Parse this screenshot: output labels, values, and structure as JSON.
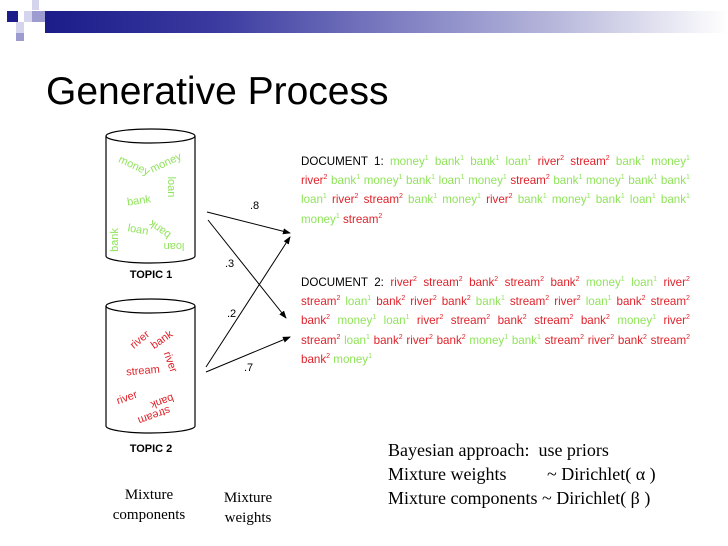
{
  "slide": {
    "title": "Generative Process",
    "accent_color": "#1c1c8a",
    "topic_color_1": "#8fe35a",
    "topic_color_2": "#e0222a"
  },
  "topics": [
    {
      "label": "TOPIC 1",
      "words": [
        "money",
        "money",
        "loan",
        "bank",
        "loan",
        "bank",
        "bank",
        "loan"
      ]
    },
    {
      "label": "TOPIC 2",
      "words": [
        "river",
        "bank",
        "river",
        "stream",
        "river",
        "bank",
        "stream"
      ]
    }
  ],
  "weights": [
    ".8",
    ".3",
    ".2",
    ".7"
  ],
  "documents": [
    {
      "label": "DOCUMENT 1:",
      "words": [
        [
          "money",
          1
        ],
        [
          "bank",
          1
        ],
        [
          "bank",
          1
        ],
        [
          "loan",
          1
        ],
        [
          "river",
          2
        ],
        [
          "stream",
          2
        ],
        [
          "bank",
          1
        ],
        [
          "money",
          1
        ],
        [
          "river",
          2
        ],
        [
          "bank",
          1
        ],
        [
          "money",
          1
        ],
        [
          "bank",
          1
        ],
        [
          "loan",
          1
        ],
        [
          "money",
          1
        ],
        [
          "stream",
          2
        ],
        [
          "bank",
          1
        ],
        [
          "money",
          1
        ],
        [
          "bank",
          1
        ],
        [
          "bank",
          1
        ],
        [
          "loan",
          1
        ],
        [
          "river",
          2
        ],
        [
          "stream",
          2
        ],
        [
          "bank",
          1
        ],
        [
          "money",
          1
        ],
        [
          "river",
          2
        ],
        [
          "bank",
          1
        ],
        [
          "money",
          1
        ],
        [
          "bank",
          1
        ],
        [
          "loan",
          1
        ],
        [
          "bank",
          1
        ],
        [
          "money",
          1
        ],
        [
          "stream",
          2
        ]
      ]
    },
    {
      "label": "DOCUMENT 2:",
      "words": [
        [
          "river",
          2
        ],
        [
          "stream",
          2
        ],
        [
          "bank",
          2
        ],
        [
          "stream",
          2
        ],
        [
          "bank",
          2
        ],
        [
          "money",
          1
        ],
        [
          "loan",
          1
        ],
        [
          "river",
          2
        ],
        [
          "stream",
          2
        ],
        [
          "loan",
          1
        ],
        [
          "bank",
          2
        ],
        [
          "river",
          2
        ],
        [
          "bank",
          2
        ],
        [
          "bank",
          1
        ],
        [
          "stream",
          2
        ],
        [
          "river",
          2
        ],
        [
          "loan",
          1
        ],
        [
          "bank",
          2
        ],
        [
          "stream",
          2
        ],
        [
          "bank",
          2
        ],
        [
          "money",
          1
        ],
        [
          "loan",
          1
        ],
        [
          "river",
          2
        ],
        [
          "stream",
          2
        ],
        [
          "bank",
          2
        ],
        [
          "stream",
          2
        ],
        [
          "bank",
          2
        ],
        [
          "money",
          1
        ],
        [
          "river",
          2
        ],
        [
          "stream",
          2
        ],
        [
          "loan",
          1
        ],
        [
          "bank",
          2
        ],
        [
          "river",
          2
        ],
        [
          "bank",
          2
        ],
        [
          "money",
          1
        ],
        [
          "bank",
          1
        ],
        [
          "stream",
          2
        ],
        [
          "river",
          2
        ],
        [
          "bank",
          2
        ],
        [
          "stream",
          2
        ],
        [
          "bank",
          2
        ],
        [
          "money",
          1
        ]
      ]
    }
  ],
  "bottom": {
    "line1": "Bayesian approach:  use priors",
    "line2": "Mixture weights         ~ Dirichlet( α )",
    "line3": "Mixture components ~ Dirichlet( β )"
  },
  "captions": {
    "components": "Mixture components",
    "weights": "Mixture weights"
  }
}
